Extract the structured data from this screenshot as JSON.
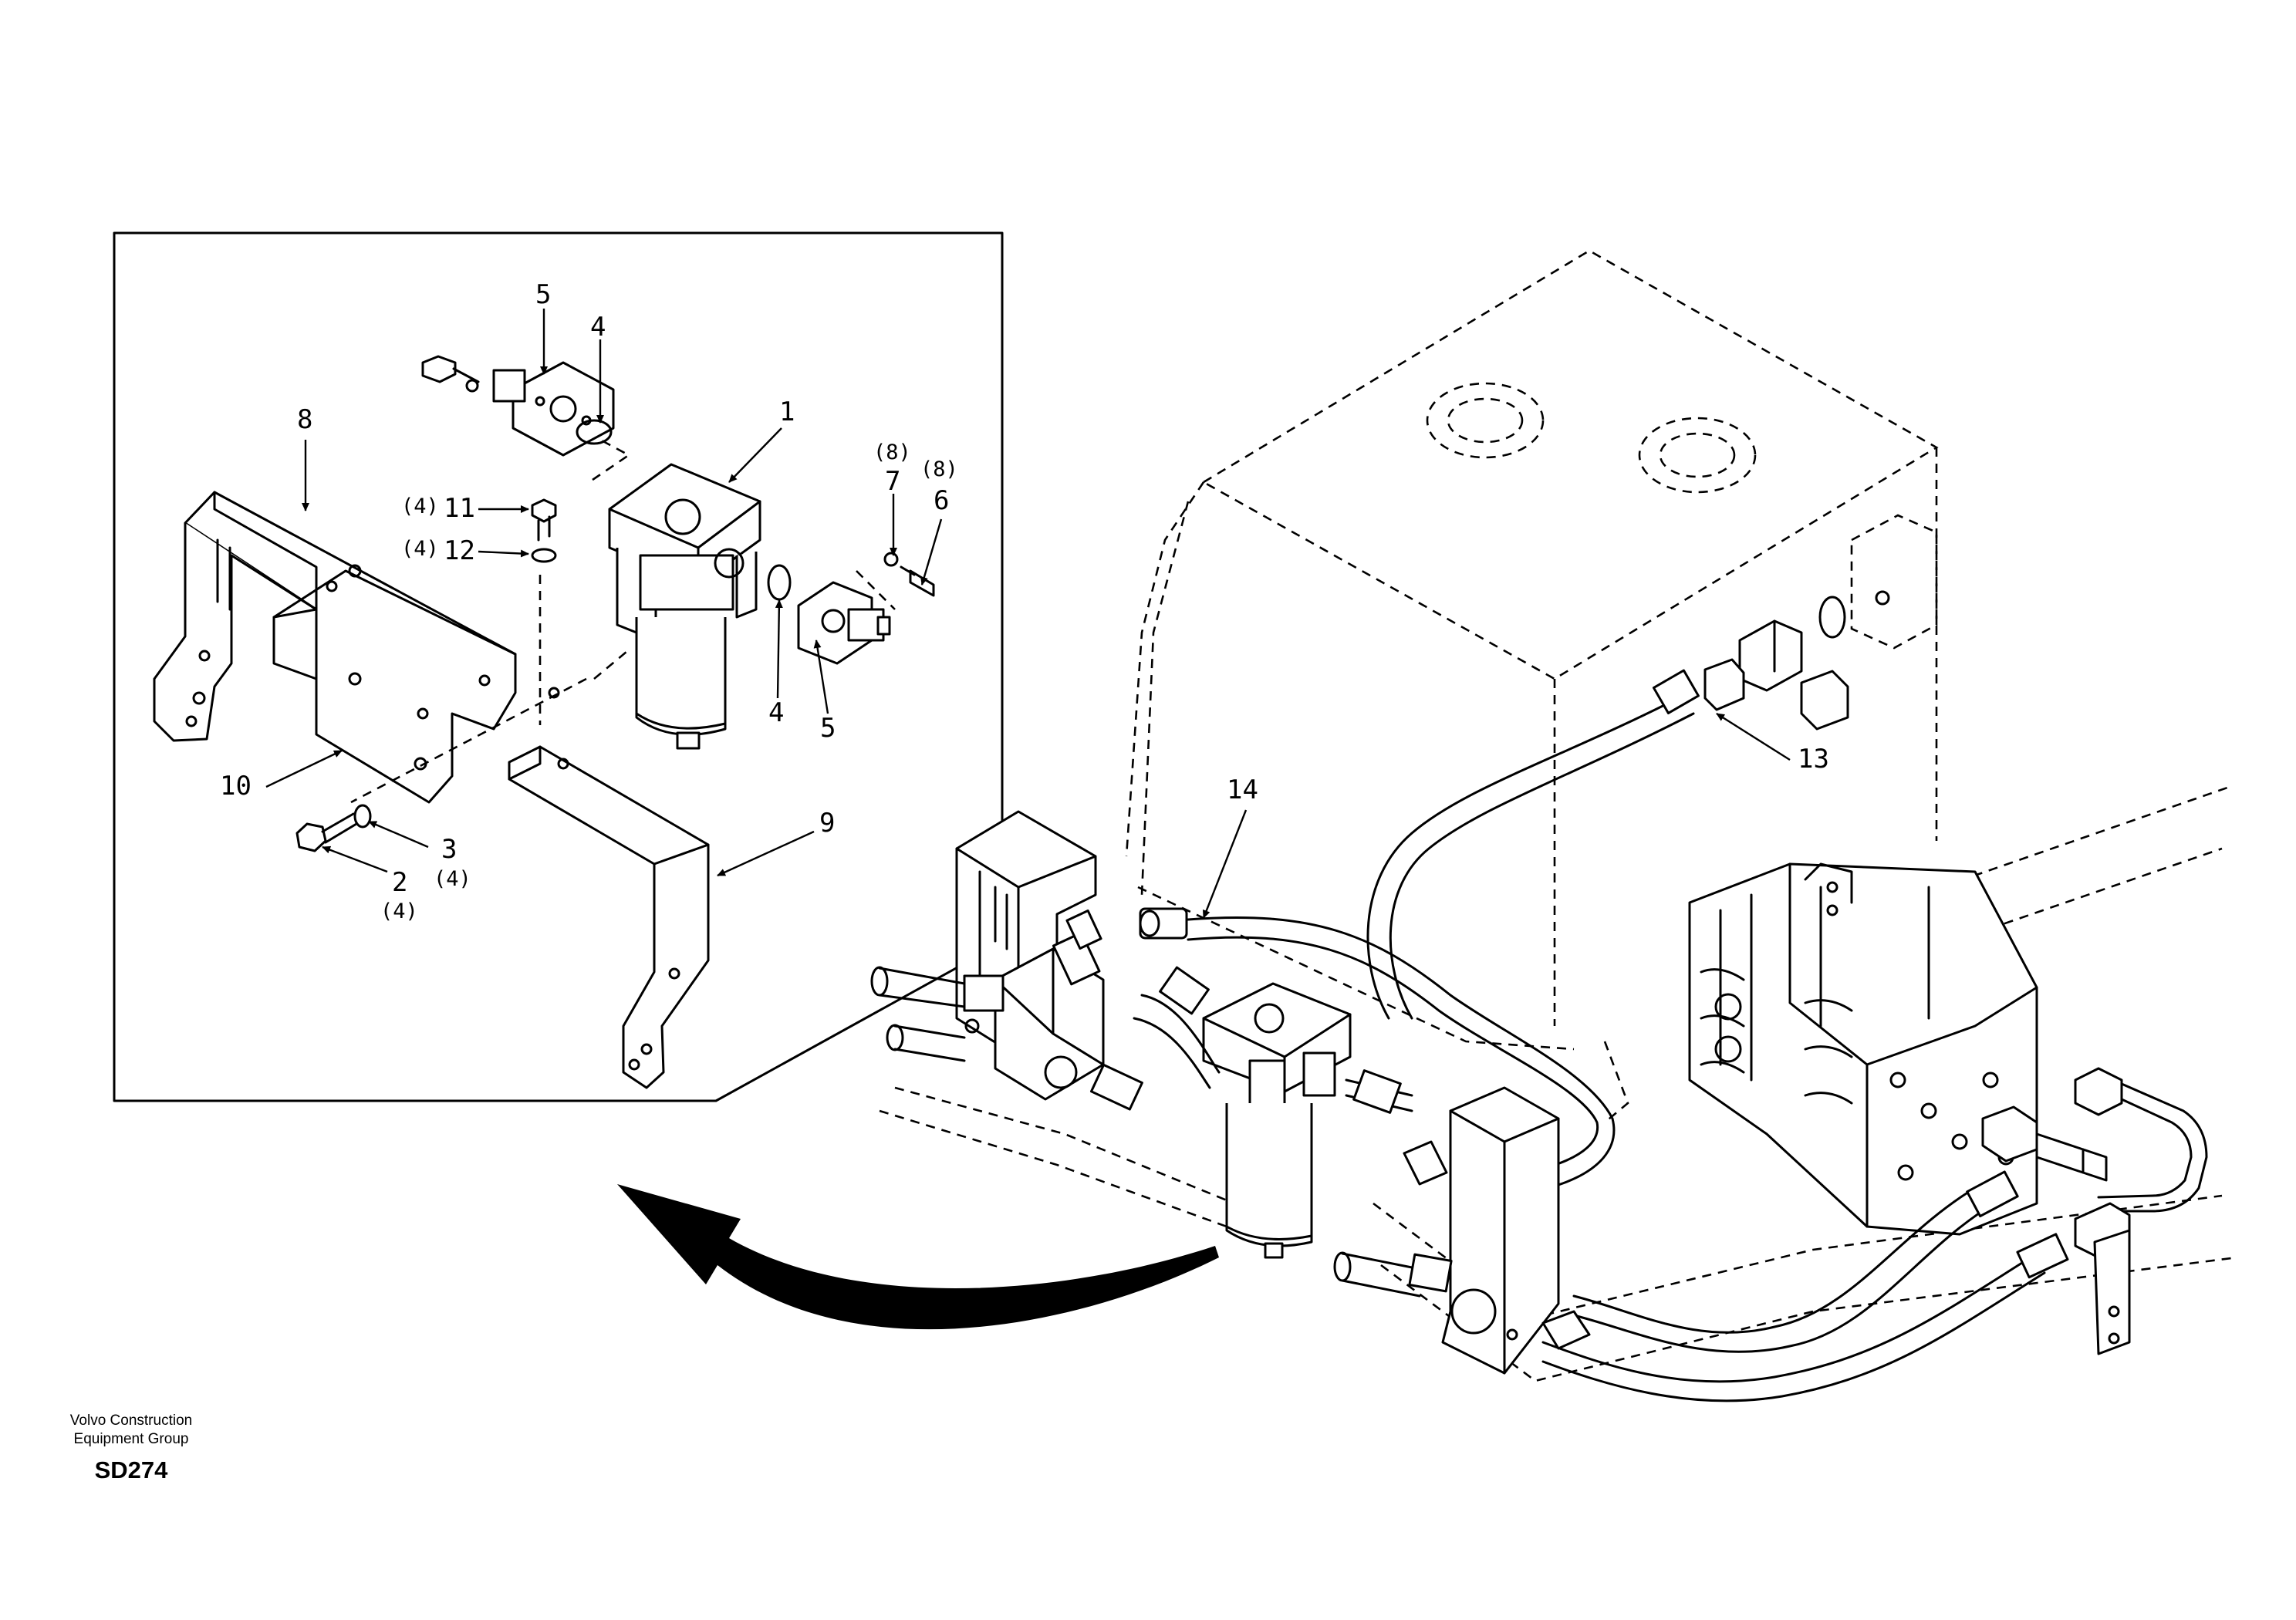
{
  "credit": {
    "line1": "Volvo Construction",
    "line2": "Equipment Group",
    "code": "SD274"
  },
  "callouts": [
    {
      "id": "c1",
      "label": "1"
    },
    {
      "id": "c2",
      "label": "2",
      "qty": "(4)"
    },
    {
      "id": "c3",
      "label": "3",
      "qty": "(4)"
    },
    {
      "id": "c4a",
      "label": "4"
    },
    {
      "id": "c4b",
      "label": "4"
    },
    {
      "id": "c5a",
      "label": "5"
    },
    {
      "id": "c5b",
      "label": "5"
    },
    {
      "id": "c6",
      "label": "6",
      "qty": "(8)"
    },
    {
      "id": "c7",
      "label": "7",
      "qty": "(8)"
    },
    {
      "id": "c8",
      "label": "8"
    },
    {
      "id": "c9",
      "label": "9"
    },
    {
      "id": "c10",
      "label": "10"
    },
    {
      "id": "c11",
      "label": "11",
      "qty": "(4)"
    },
    {
      "id": "c12",
      "label": "12",
      "qty": "(4)"
    },
    {
      "id": "c13",
      "label": "13"
    },
    {
      "id": "c14",
      "label": "14"
    }
  ]
}
